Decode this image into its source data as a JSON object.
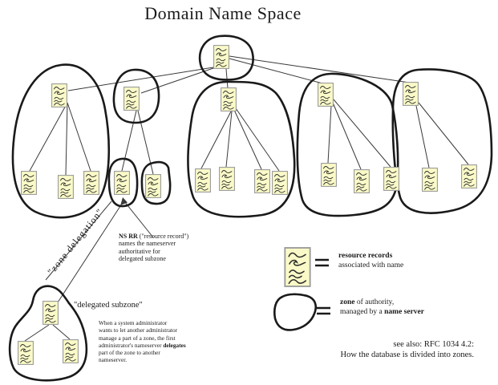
{
  "title": "Domain Name Space",
  "labels": {
    "zone_delegation": "\"zone delegation\"",
    "delegated_subzone": "\"delegated subzone\""
  },
  "ns_rr_note": {
    "line1_bold": "NS RR",
    "line1_rest": " (\"resource record\")",
    "line2": "names the nameserver",
    "line3": "authoritative for",
    "line4": "delegated subzone"
  },
  "delegation_note": {
    "line1": "When a system administrator",
    "line2": "wants to let another administrator",
    "line3": "manage a part of a zone, the first",
    "line4_pre": "administrator's nameserver ",
    "line4_bold": "delegates",
    "line5": "part of the zone to another",
    "line6": "nameserver."
  },
  "legend": {
    "rr_line1_bold": "resource records",
    "rr_line2": "associated with name",
    "zone_line1_bold": "zone",
    "zone_line1_rest": " of authority,",
    "zone_line2_pre": "managed by a ",
    "zone_line2_bold": "name server"
  },
  "footer": {
    "see_also_line1": "see also: RFC 1034 4.2:",
    "see_also_line2": "How the database is divided into zones."
  },
  "colors": {
    "background": "#ffffff",
    "node_fill": "#fafac8",
    "node_border": "#9a9a9a",
    "node_scribble": "#2b2b2b",
    "zone_outline": "#1a1a1a",
    "edge_line": "#3a3a3a",
    "text": "#1a1a1a"
  }
}
